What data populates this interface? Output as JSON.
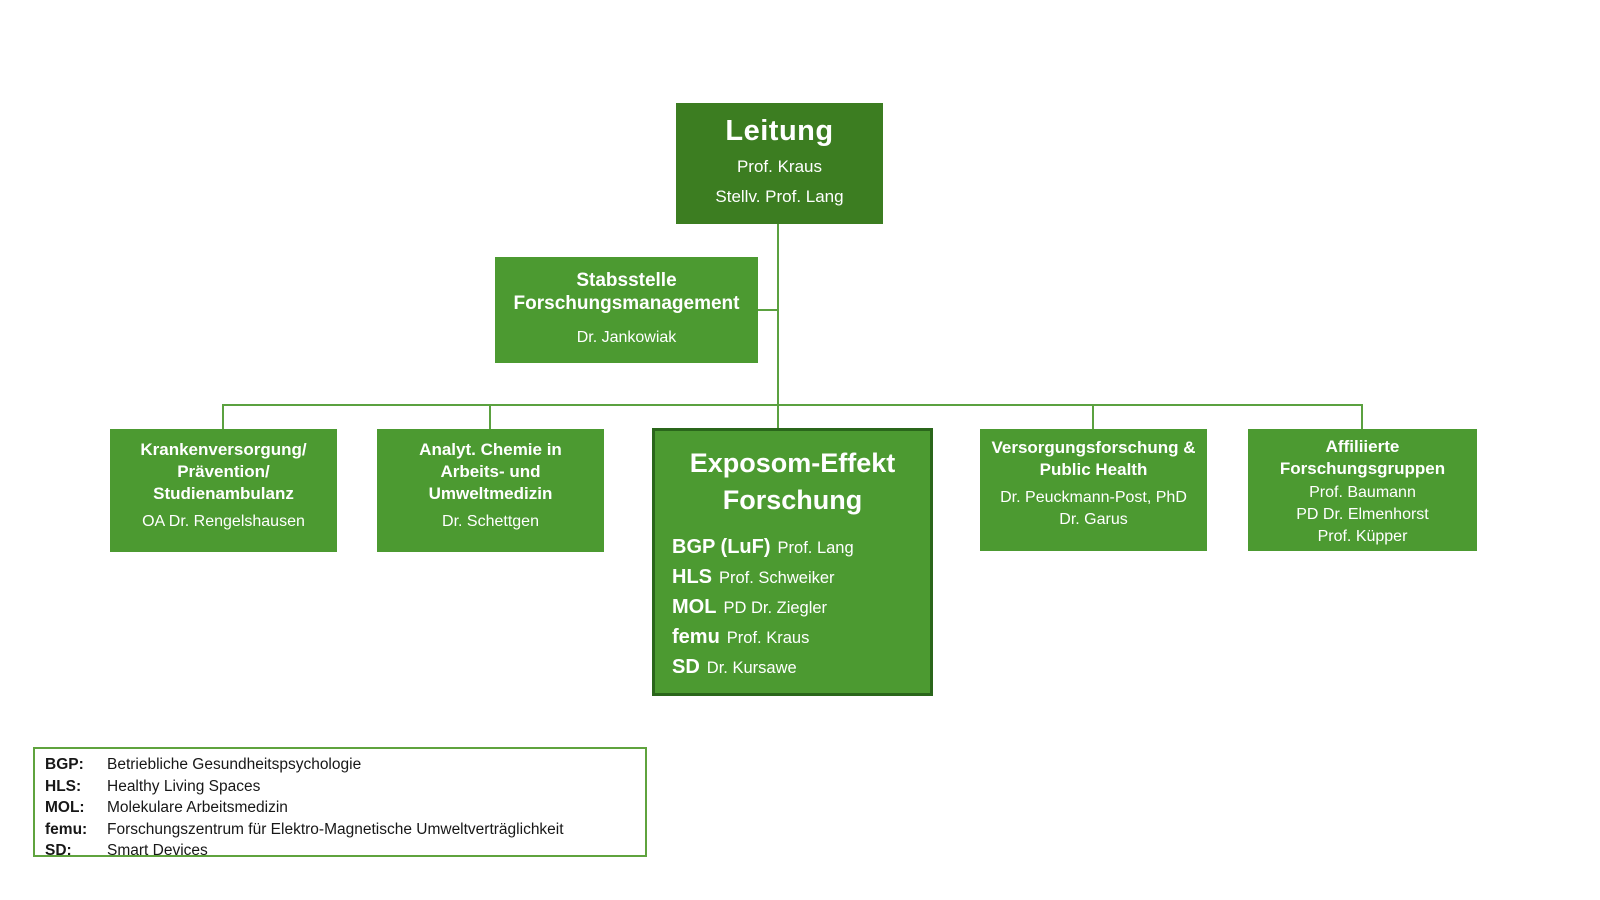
{
  "colors": {
    "background": "#ffffff",
    "leadership_fill": "#3c7d21",
    "box_fill": "#4c9a31",
    "highlight_border": "#2a661b",
    "connector_line": "#5ba140",
    "legend_border": "#5fa33e",
    "box_text": "#ffffff",
    "legend_text": "#171717"
  },
  "leadership": {
    "title": "Leitung",
    "members": [
      "Prof. Kraus",
      "Stellv. Prof. Lang"
    ]
  },
  "staff_unit": {
    "title": "Stabsstelle\nForschungsmanagement",
    "members": [
      "Dr. Jankowiak"
    ]
  },
  "departments": [
    {
      "title": "Krankenversorgung/\nPrävention/\nStudienambulanz",
      "members": [
        "OA Dr. Rengelshausen"
      ]
    },
    {
      "title": "Analyt. Chemie in\nArbeits- und\nUmweltmedizin",
      "members": [
        "Dr. Schettgen"
      ]
    },
    {
      "title": "Versorgungsforschung &\nPublic Health",
      "members": [
        "Dr. Peuckmann-Post, PhD",
        "Dr. Garus"
      ]
    },
    {
      "title": "Affiliierte\nForschungsgruppen",
      "members": [
        "Prof. Baumann",
        "PD Dr. Elmenhorst",
        "Prof. Küpper"
      ]
    }
  ],
  "exposome": {
    "title": "Exposom-Effekt\nForschung",
    "groups": [
      {
        "acronym": "BGP (LuF)",
        "lead": "Prof. Lang"
      },
      {
        "acronym": "HLS",
        "lead": "Prof. Schweiker"
      },
      {
        "acronym": "MOL",
        "lead": "PD Dr. Ziegler"
      },
      {
        "acronym": "femu",
        "lead": "Prof. Kraus"
      },
      {
        "acronym": "SD",
        "lead": "Dr. Kursawe"
      }
    ]
  },
  "legend": {
    "entries": [
      {
        "abbr": "BGP:",
        "definition": "Betriebliche Gesundheitspsychologie"
      },
      {
        "abbr": "HLS:",
        "definition": "Healthy Living Spaces"
      },
      {
        "abbr": "MOL:",
        "definition": "Molekulare Arbeitsmedizin"
      },
      {
        "abbr": "femu:",
        "definition": "Forschungszentrum für Elektro-Magnetische Umweltverträglichkeit"
      },
      {
        "abbr": "SD:",
        "definition": "Smart Devices"
      }
    ]
  }
}
